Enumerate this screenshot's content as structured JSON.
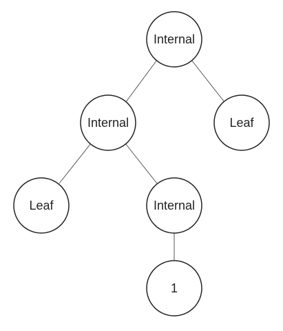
{
  "tree": {
    "nodes": [
      {
        "id": "root",
        "label": "Internal"
      },
      {
        "id": "left-internal",
        "label": "Internal"
      },
      {
        "id": "right-leaf",
        "label": "Leaf"
      },
      {
        "id": "left-leaf",
        "label": "Leaf"
      },
      {
        "id": "lower-internal",
        "label": "Internal"
      },
      {
        "id": "bottom-node",
        "label": "1"
      }
    ],
    "edges": [
      {
        "from": "root",
        "to": "left-internal"
      },
      {
        "from": "root",
        "to": "right-leaf"
      },
      {
        "from": "left-internal",
        "to": "left-leaf"
      },
      {
        "from": "left-internal",
        "to": "lower-internal"
      },
      {
        "from": "lower-internal",
        "to": "bottom-node"
      }
    ]
  }
}
